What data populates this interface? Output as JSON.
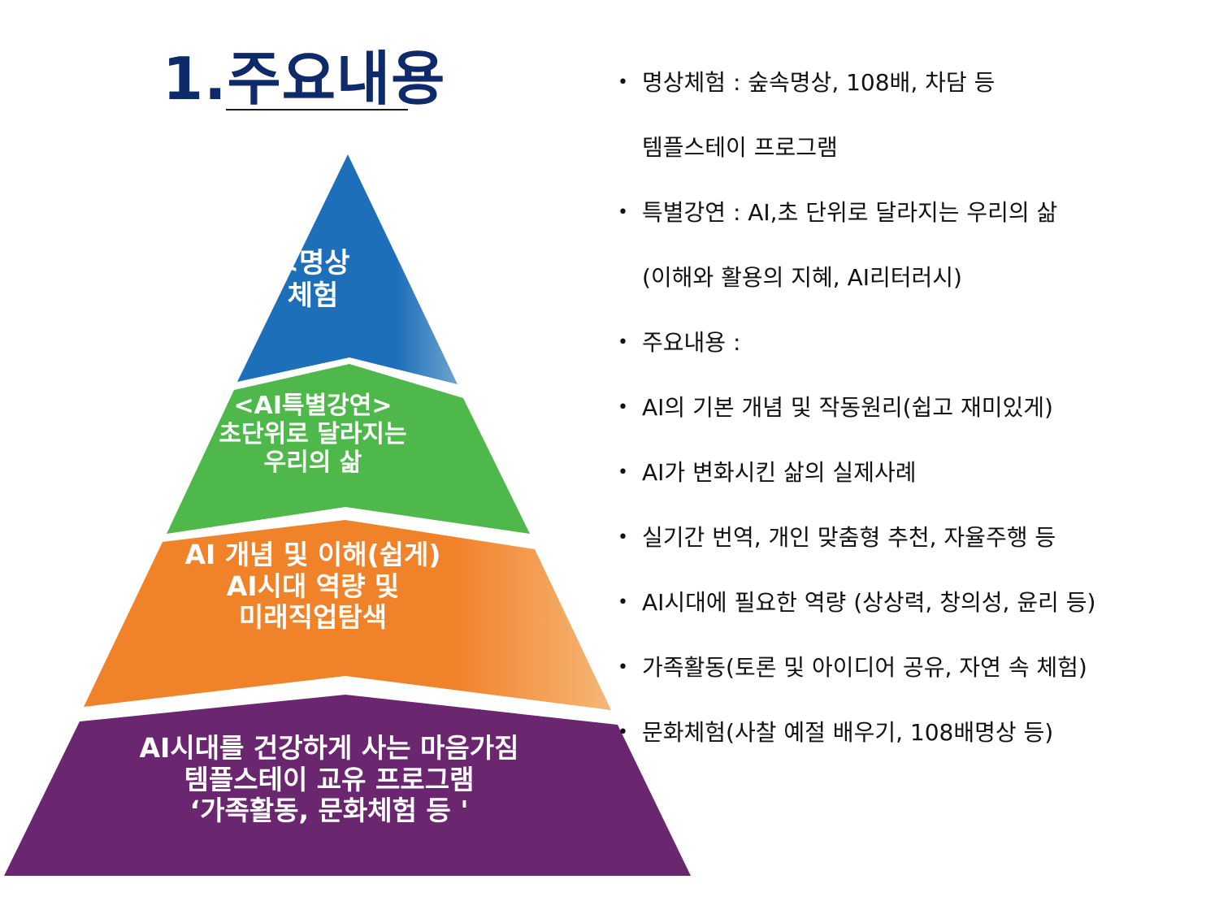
{
  "title": "1.주요내용",
  "colors": {
    "title": "#0f2a6b",
    "tier1": "#1c6fb8",
    "tier2": "#4fb84a",
    "tier3": "#f0822a",
    "tier4": "#6b2670",
    "label_text": "#ffffff"
  },
  "pyramid": {
    "tiers": [
      {
        "lines": [
          "<명상",
          "체험"
        ]
      },
      {
        "lines": [
          "<AI특별강연>",
          "초단위로 달라지는",
          "우리의 삶"
        ]
      },
      {
        "lines": [
          "AI 개념 및 이해(쉽게)",
          "AI시대 역량 및",
          "미래직업탐색"
        ]
      },
      {
        "lines": [
          "AI시대를 건강하게 사는 마음가짐",
          "템플스테이 교유 프로그램",
          "‘가족활동, 문화체험 등 '"
        ]
      }
    ]
  },
  "bullets": [
    {
      "text": "명상체험 : 숲속명상, 108배, 차담 등",
      "bullet": true
    },
    {
      "text": "템플스테이 프로그램",
      "bullet": false
    },
    {
      "text": "특별강연 : AI,초 단위로 달라지는 우리의 삶",
      "bullet": true
    },
    {
      "text": "(이해와 활용의 지혜, AI리터러시)",
      "bullet": false
    },
    {
      "text": "주요내용 :",
      "bullet": true
    },
    {
      "text": "AI의 기본 개념 및 작동원리(쉽고 재미있게)",
      "bullet": true
    },
    {
      "text": "AI가 변화시킨 삶의 실제사례",
      "bullet": true
    },
    {
      "text": "실기간 번역, 개인 맞춤형 추천, 자율주행 등",
      "bullet": true
    },
    {
      "text": "AI시대에 필요한 역량 (상상력, 창의성, 윤리 등)",
      "bullet": true
    },
    {
      "text": "가족활동(토론 및 아이디어 공유, 자연 속 체험)",
      "bullet": true
    },
    {
      "text": "문화체험(사찰 예절 배우기, 108배명상 등)",
      "bullet": true
    }
  ]
}
